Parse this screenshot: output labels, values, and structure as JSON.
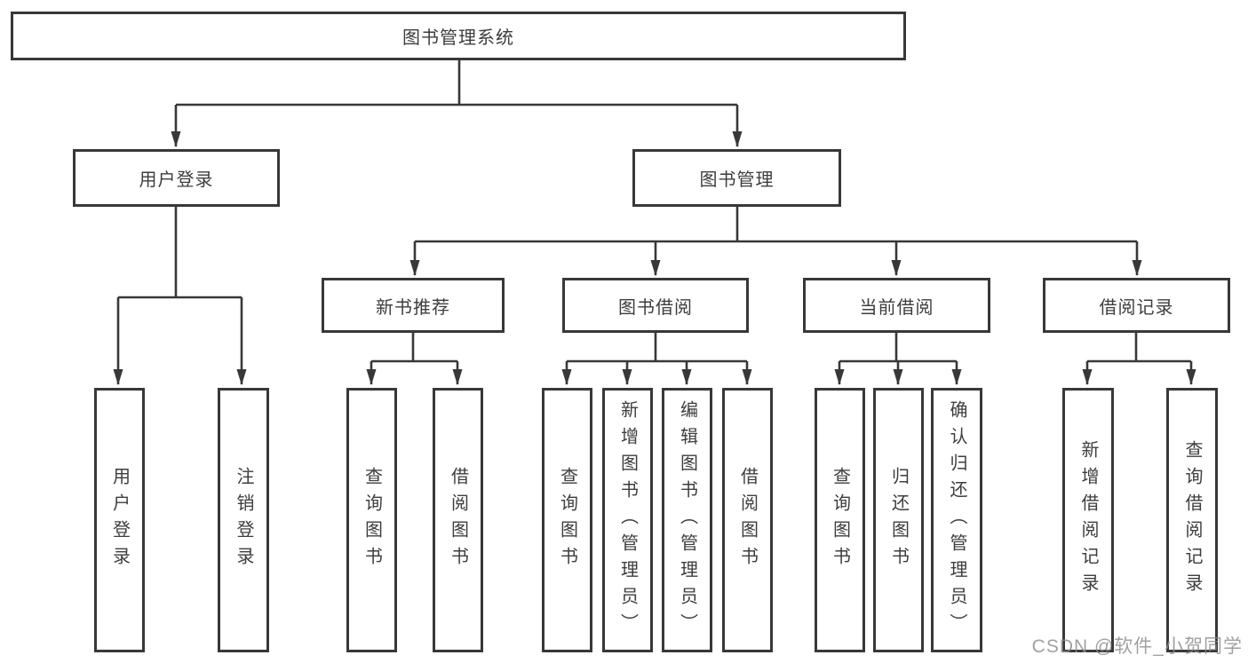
{
  "tree": {
    "root": {
      "label": "图书管理系统"
    },
    "branches": [
      {
        "label": "用户登录",
        "children": [
          {
            "label": "用户登录"
          },
          {
            "label": "注销登录"
          }
        ]
      },
      {
        "label": "图书管理",
        "groups": [
          {
            "label": "新书推荐",
            "children": [
              {
                "label": "查询图书"
              },
              {
                "label": "借阅图书"
              }
            ]
          },
          {
            "label": "图书借阅",
            "children": [
              {
                "label": "查询图书"
              },
              {
                "label": "新增图书（管理员）"
              },
              {
                "label": "编辑图书（管理员）"
              },
              {
                "label": "借阅图书"
              }
            ]
          },
          {
            "label": "当前借阅",
            "children": [
              {
                "label": "查询图书"
              },
              {
                "label": "归还图书"
              },
              {
                "label": "确认归还（管理员）"
              }
            ]
          },
          {
            "label": "借阅记录",
            "children": [
              {
                "label": "新增借阅记录"
              },
              {
                "label": "查询借阅记录"
              }
            ]
          }
        ]
      }
    ]
  },
  "watermark": "CSDN @软件_小贺同学",
  "colors": {
    "line": "#383838",
    "text": "#3d3d3d",
    "background": "#ffffff",
    "watermark": "#8c8c8c"
  }
}
